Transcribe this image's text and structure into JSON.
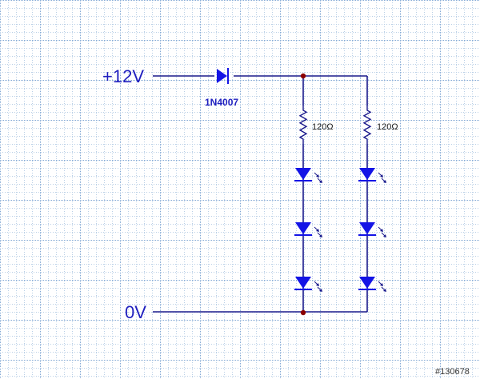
{
  "colors": {
    "grid_minor": "#b9cfe6",
    "grid_major": "#7fa6d3",
    "wire": "#1a1a8c",
    "label": "#1f1fbf",
    "component": "#1414e6",
    "junction": "#8b0000",
    "watermark": "#333333"
  },
  "labels": {
    "supply": "+12V",
    "ground": "0V",
    "diode": "1N4007",
    "resistor_left": "120Ω",
    "resistor_right": "120Ω",
    "watermark": "#130678"
  },
  "components": {
    "series_diode": "1N4007",
    "branches": [
      {
        "resistor": "120Ω",
        "led_count": 3
      },
      {
        "resistor": "120Ω",
        "led_count": 3
      }
    ]
  }
}
